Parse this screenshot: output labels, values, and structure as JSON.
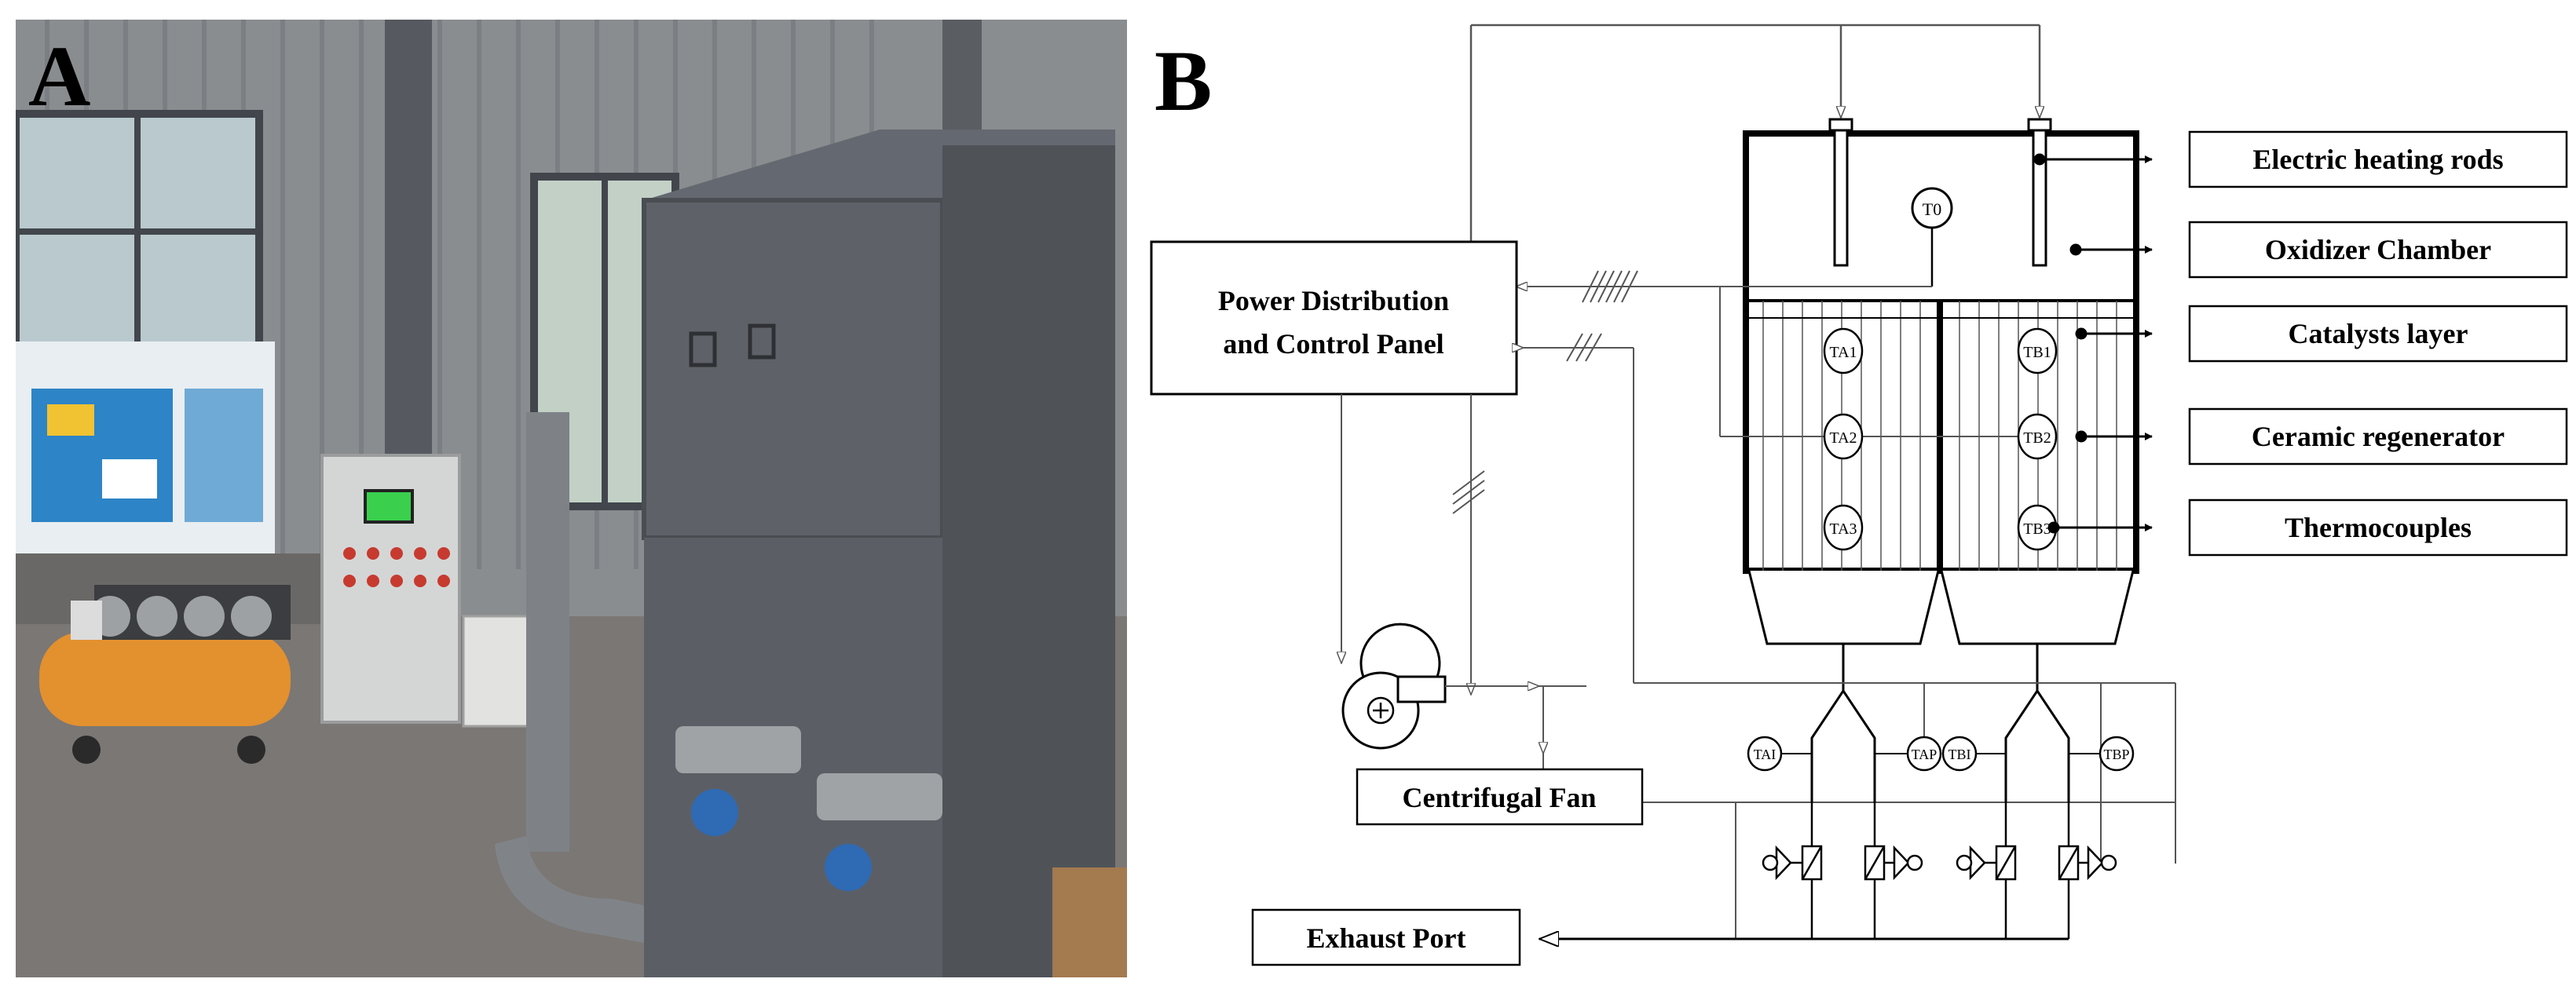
{
  "panel_a": {
    "letter": "A",
    "colors": {
      "wall": "#8c8f92",
      "floor": "#7a7673",
      "cabinet": "#5d6065",
      "compressor": "#e3902f",
      "control_box": "#d4d6d6",
      "window": "#b8c7cc",
      "poster": "#2d84c6"
    }
  },
  "panel_b": {
    "letter": "B",
    "control_panel": {
      "line1": "Power Distribution",
      "line2": "and Control Panel"
    },
    "labels": {
      "electric_heating_rods": "Electric heating rods",
      "oxidizer_chamber": "Oxidizer Chamber",
      "catalysts_layer": "Catalysts layer",
      "ceramic_regenerator": "Ceramic regenerator",
      "thermocouples": "Thermocouples",
      "centrifugal_fan": "Centrifugal Fan",
      "exhaust_port": "Exhaust Port"
    },
    "sensors": {
      "t0": "T0",
      "ta1": "TA1",
      "ta2": "TA2",
      "ta3": "TA3",
      "tb1": "TB1",
      "tb2": "TB2",
      "tb3": "TB3",
      "tai": "TAI",
      "tap": "TAP",
      "tbi": "TBI",
      "tbp": "TBP"
    }
  }
}
